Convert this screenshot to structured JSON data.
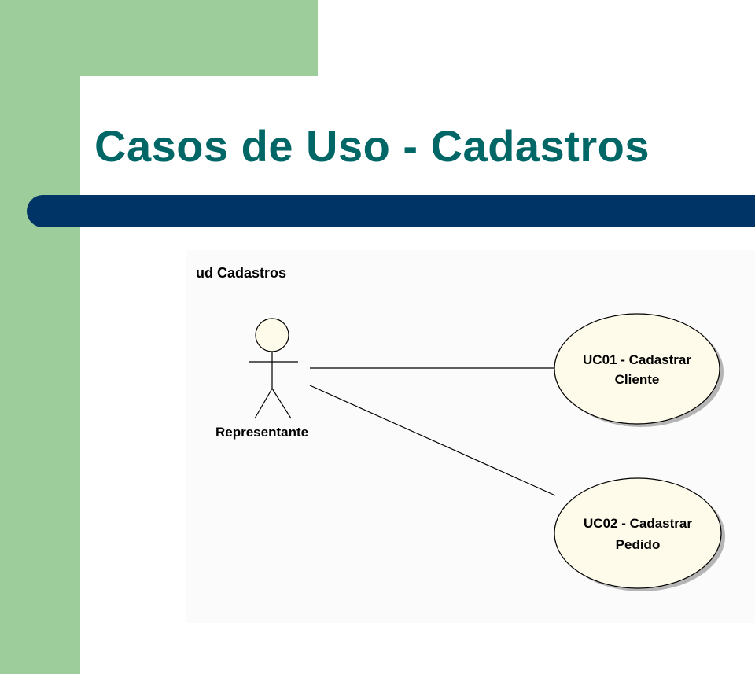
{
  "slide": {
    "title": "Casos de Uso - Cadastros"
  },
  "diagram": {
    "frame_label": "ud Cadastros",
    "actor": {
      "name": "Representante"
    },
    "use_cases": [
      {
        "line1": "UC01 - Cadastrar",
        "line2": "Cliente"
      },
      {
        "line1": "UC02 - Cadastrar",
        "line2": "Pedido"
      }
    ]
  },
  "colors": {
    "green_accent": "#9dcd9a",
    "title_teal": "#006666",
    "band_navy": "#003366",
    "use_case_fill": "#fffbea"
  }
}
